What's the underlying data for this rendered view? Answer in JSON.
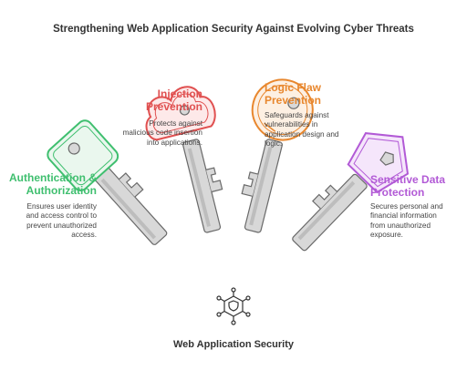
{
  "title": "Strengthening Web Application Security Against Evolving Cyber Threats",
  "center_label": "Web Application Security",
  "items": [
    {
      "heading": [
        "Authentication &",
        "Authorization"
      ],
      "description": [
        "Ensures user identity",
        "and access control to",
        "prevent unauthorized",
        "access."
      ],
      "color": "#3fbf6f"
    },
    {
      "heading": [
        "Injection",
        "Prevention"
      ],
      "description": [
        "Protects against",
        "malicious code insertion",
        "into applications."
      ],
      "color": "#e05050"
    },
    {
      "heading": [
        "Logic Flaw",
        "Prevention"
      ],
      "description": [
        "Safeguards against",
        "vulnerabilities in",
        "application design and",
        "logic."
      ],
      "color": "#e8872e"
    },
    {
      "heading": [
        "Sensitive Data",
        "Protection"
      ],
      "description": [
        "Secures personal and",
        "financial information",
        "from unauthorized",
        "exposure."
      ],
      "color": "#b25ad6"
    }
  ],
  "icons": [
    "security-hexagon-shield-icon"
  ]
}
